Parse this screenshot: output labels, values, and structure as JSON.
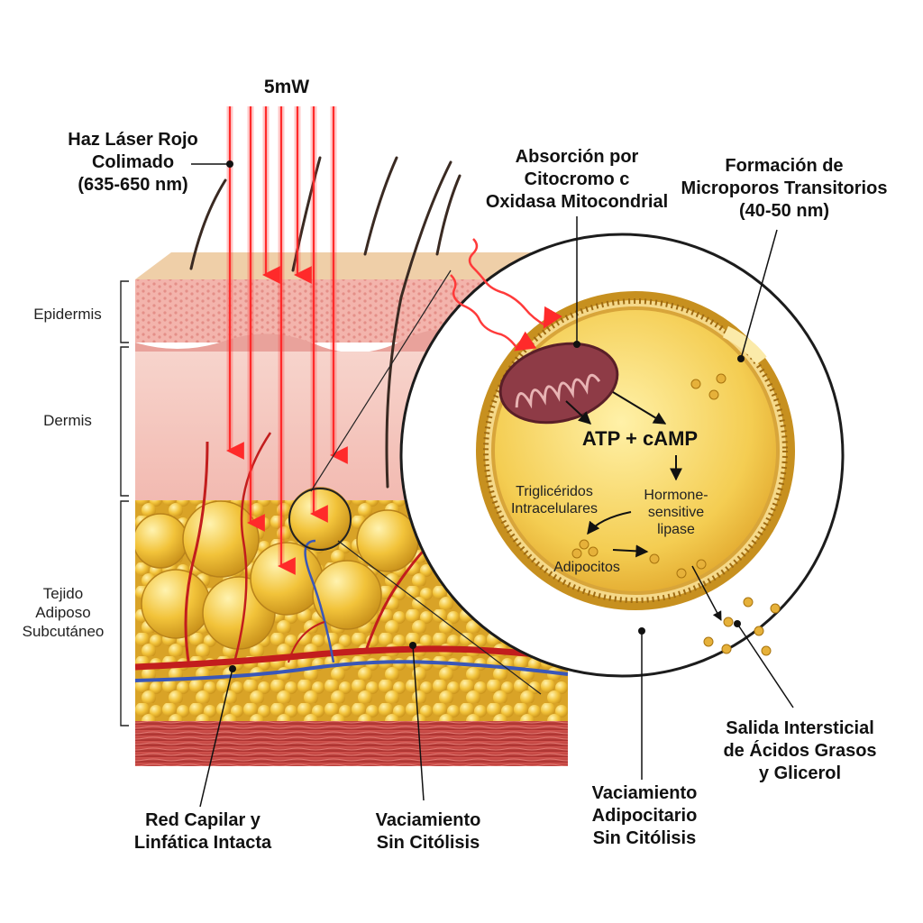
{
  "diagram": {
    "power_label": "5mW",
    "laser_label": [
      "Haz Láser Rojo",
      "Colimado",
      "(635-650 nm)"
    ],
    "absorption_label": [
      "Absorción por",
      "Citocromo c",
      "Oxidasa Mitocondrial"
    ],
    "micropore_label": [
      "Formación de",
      "Microporos Transitorios",
      "(40-50 nm)"
    ],
    "layers": {
      "epidermis": "Epidermis",
      "dermis": "Dermis",
      "adipose": [
        "Tejido",
        "Adiposo",
        "Subcutáneo"
      ]
    },
    "cell": {
      "energy": "ATP + cAMP",
      "lipase": [
        "Hormone-",
        "sensitive",
        "lipase"
      ],
      "triglycerides": [
        "Triglicéridos",
        "Intracelulares"
      ],
      "adipocytes": "Adipocitos"
    },
    "bottom_labels": {
      "capillary": [
        "Red Capilar y",
        "Linfática Intacta"
      ],
      "emptying_left": [
        "Vaciamiento",
        "Sin Citólisis"
      ],
      "emptying_center": [
        "Vaciamiento",
        "Adipocitario",
        "Sin Citólisis"
      ],
      "interstitial": [
        "Salida Intersticial",
        "de Ácidos Grasos",
        "y Glicerol"
      ]
    },
    "colors": {
      "laser": "#ff2a2a",
      "fat": "#f2c23a",
      "dermis": "#f6c9c2",
      "epidermis": "#f0a9a3",
      "muscle": "#c9423f",
      "artery": "#c21d1d",
      "vein": "#3a57b8",
      "mitochondria": "#8e3b46"
    }
  }
}
